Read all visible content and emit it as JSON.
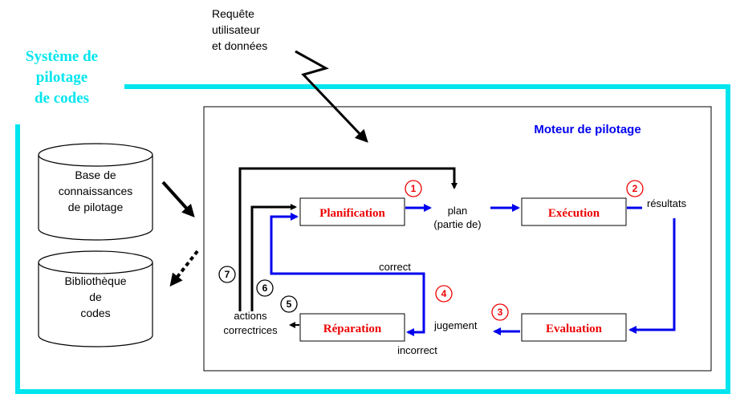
{
  "request": {
    "line1": "Requête",
    "line2": "utilisateur",
    "line3": "et données"
  },
  "system": {
    "line1": "Système de",
    "line2": "pilotage",
    "line3": "de codes"
  },
  "engine": {
    "title": "Moteur de pilotage"
  },
  "kb": {
    "line1": "Base de",
    "line2": "connaissances",
    "line3": "de pilotage"
  },
  "library": {
    "line1": "Bibliothèque",
    "line2": "de",
    "line3": "codes"
  },
  "boxes": {
    "planification": "Planification",
    "execution": "Exécution",
    "evaluation": "Evaluation",
    "reparation": "Réparation"
  },
  "labels": {
    "plan1": "plan",
    "plan2": "(partie de)",
    "resultats": "résultats",
    "jugement": "jugement",
    "correct": "correct",
    "incorrect": "incorrect",
    "actions1": "actions",
    "actions2": "correctrices"
  },
  "steps": [
    "1",
    "2",
    "3",
    "4",
    "5",
    "6",
    "7"
  ],
  "colors": {
    "frame": "#00e5ee",
    "flow": "#0000ee",
    "step_red": "#ee0000",
    "box_text": "#ee0000",
    "title_blue": "#0000ee"
  }
}
